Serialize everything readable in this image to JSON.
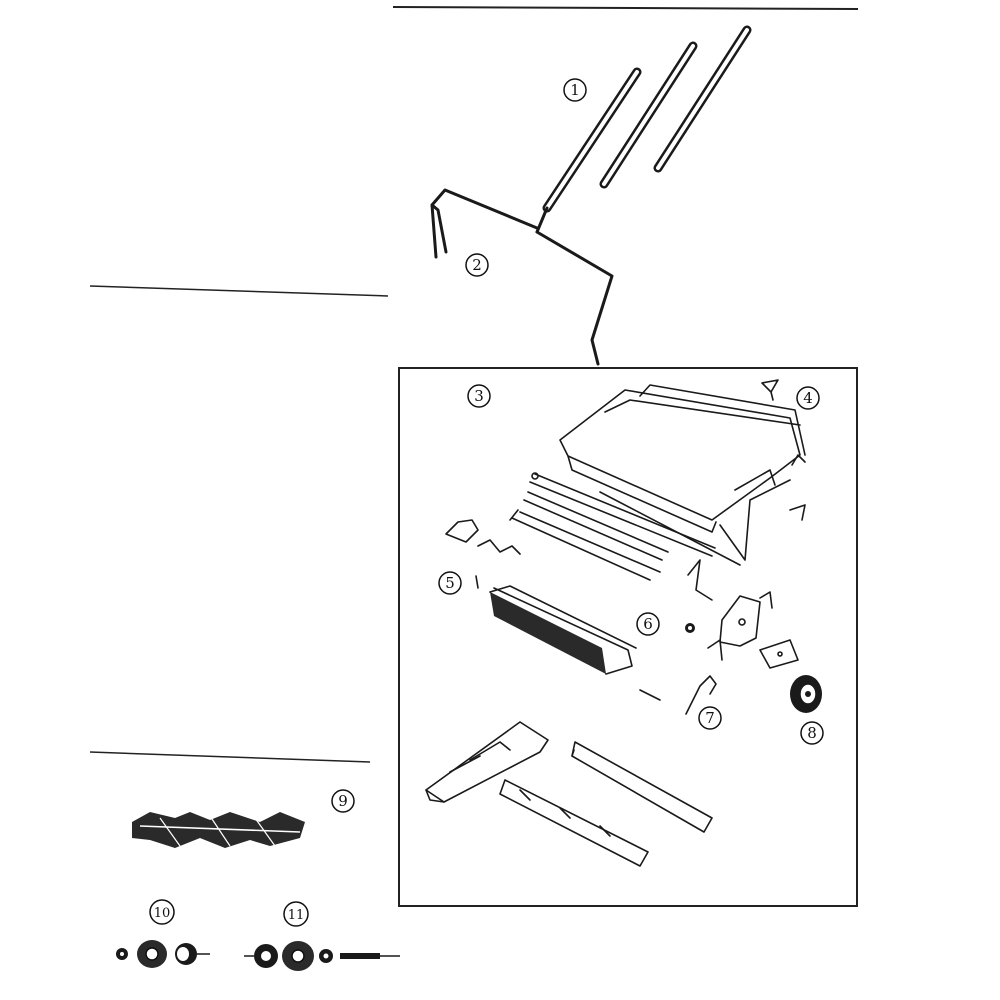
{
  "diagram": {
    "callouts": [
      {
        "id": "1",
        "label": "1"
      },
      {
        "id": "2",
        "label": "2"
      },
      {
        "id": "3",
        "label": "3"
      },
      {
        "id": "4",
        "label": "4"
      },
      {
        "id": "5",
        "label": "5"
      },
      {
        "id": "6",
        "label": "6"
      },
      {
        "id": "7",
        "label": "7"
      },
      {
        "id": "8",
        "label": "8"
      },
      {
        "id": "9",
        "label": "9"
      },
      {
        "id": "10",
        "label": "10"
      },
      {
        "id": "11",
        "label": "11"
      }
    ],
    "colors": {
      "ink": "#1a1a1a",
      "paper": "#ffffff"
    }
  }
}
